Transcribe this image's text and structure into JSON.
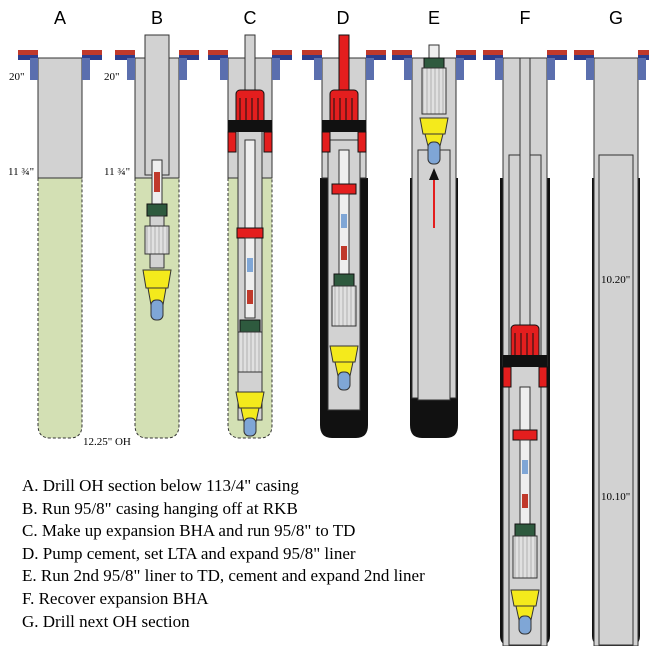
{
  "columns": [
    "A",
    "B",
    "C",
    "D",
    "E",
    "F",
    "G"
  ],
  "depth_labels": {
    "a_top": "20\"",
    "a_mid": "11 ¾\"",
    "b_top": "20\"",
    "b_mid": "11 ¾\"",
    "a_bottom": "12.25\" OH",
    "g_upper": "10.20\"",
    "g_lower": "10.10\""
  },
  "steps": [
    "A. Drill OH section below 113/4\" casing",
    "B. Run 95/8\" casing hanging off at RKB",
    "C. Make up expansion BHA and run 95/8\" to TD",
    "D. Pump cement, set LTA and expand 95/8\" liner",
    "E. Run 2nd 95/8\" liner to TD, cement and expand 2nd liner",
    "F.  Recover expansion BHA",
    "G. Drill next OH section"
  ],
  "colors": {
    "casing": "#d2d2d2",
    "open_hole": "#d3e0b4",
    "cement": "#111111",
    "expander": "#e41e1e",
    "bit": "#f4ea1c",
    "bit_tip": "#7fa6d6",
    "wellhead": "#2d3e8e",
    "flange": "#c0392b",
    "collar": "#2e5a3e",
    "arrow": "#e41e1e"
  }
}
